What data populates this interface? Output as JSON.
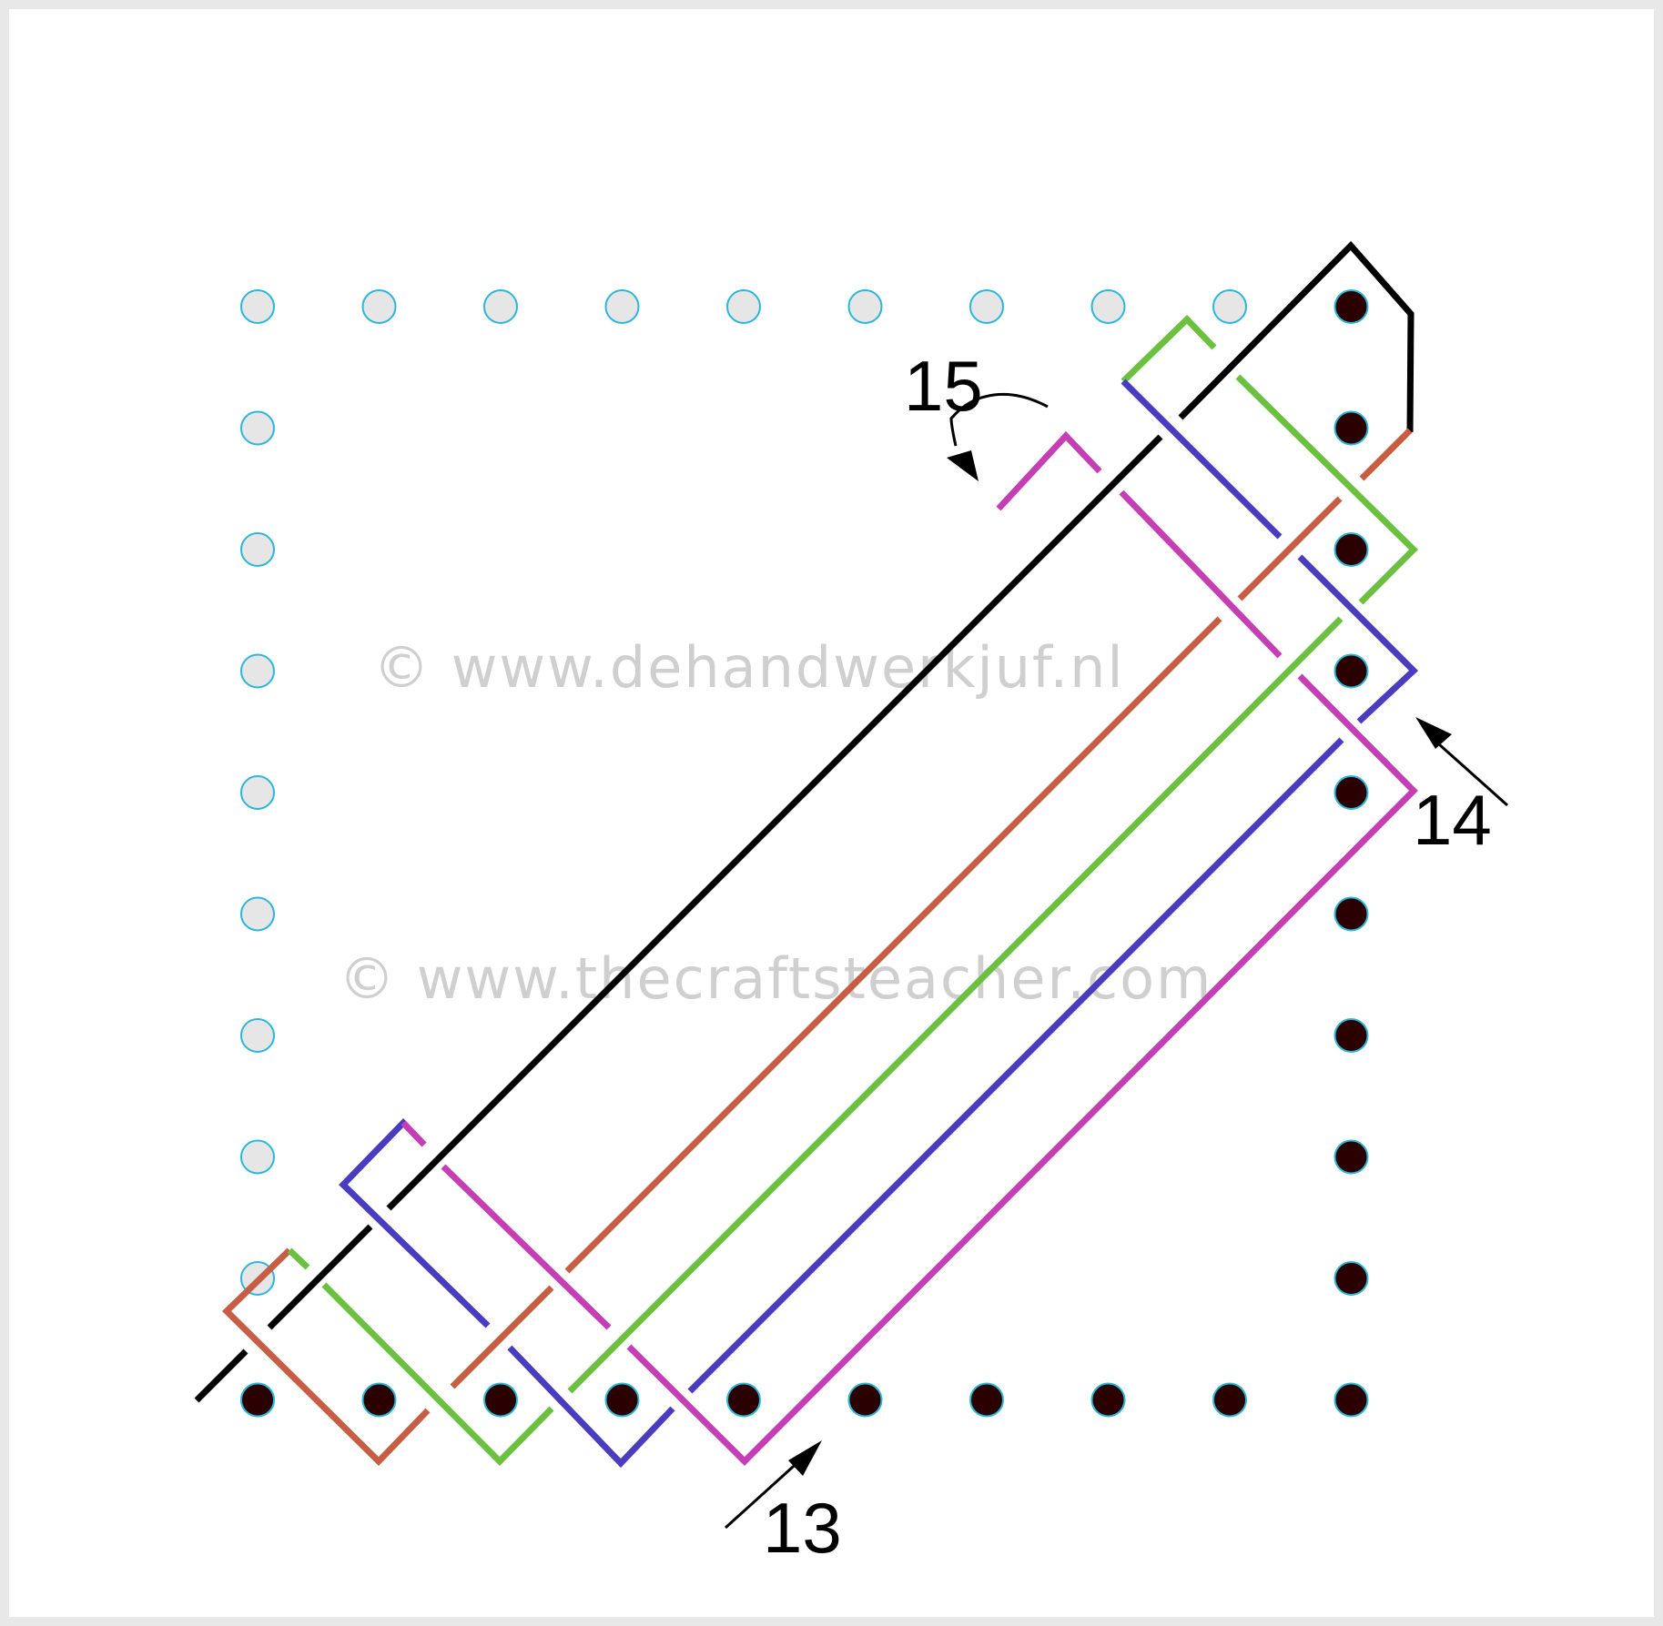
{
  "watermarks": {
    "line1": "© www.dehandwerkjuf.nl",
    "line2": "© www.thecraftsteacher.com"
  },
  "step_labels": {
    "s13": "13",
    "s14": "14",
    "s15": "15"
  },
  "colors": {
    "background": "#ffffff",
    "frame": "#e8e8e8",
    "hole_empty_fill": "#e6e6e6",
    "hole_filled_fill": "#2a0000",
    "hole_outline": "#2ab7d8",
    "black_thread": "#000000",
    "orange_thread": "#c65e44",
    "green_thread": "#6cc040",
    "blue_thread": "#4a3cbf",
    "magenta_thread": "#c53fb4"
  },
  "holes": {
    "top_row_empty_count": 9,
    "left_column_empty_count": 9,
    "right_column_filled_count": 10,
    "bottom_row_filled_count": 10
  }
}
